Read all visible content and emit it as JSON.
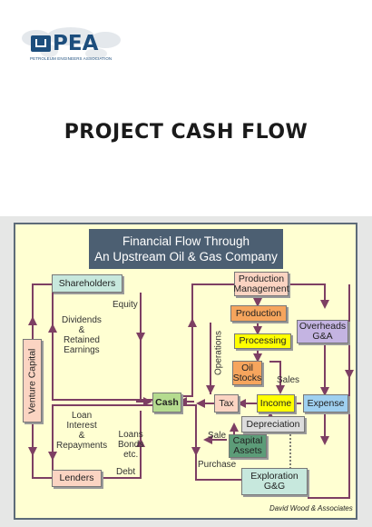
{
  "header": {
    "logo_text": "PEA",
    "logo_subtitle": "PETROLEUM ENGINEERS ASSOCIATION",
    "logo_icon": "pea-building-icon",
    "title": "PROJECT CASH FLOW"
  },
  "diagram": {
    "title_line1": "Financial Flow Through",
    "title_line2": "An Upstream Oil & Gas Company",
    "boxes": {
      "shareholders": "Shareholders",
      "venture_capital": "Venture Capital",
      "lenders": "Lenders",
      "cash": "Cash",
      "production_management_line1": "Production",
      "production_management_line2": "Management",
      "production": "Production",
      "processing": "Processing",
      "oil_stocks_line1": "Oil",
      "oil_stocks_line2": "Stocks",
      "overheads_line1": "Overheads",
      "overheads_line2": "G&A",
      "tax": "Tax",
      "income": "Income",
      "expense": "Expense",
      "depreciation": "Depreciation",
      "capital_assets_line1": "Capital",
      "capital_assets_line2": "Assets",
      "exploration_line1": "Exploration",
      "exploration_line2": "G&G"
    },
    "labels": {
      "equity": "Equity",
      "dividends": [
        "Dividends",
        "&",
        "Retained",
        "Earnings"
      ],
      "loan_interest": [
        "Loan",
        "Interest",
        "&",
        "Repayments"
      ],
      "loans_bonds": [
        "Loans",
        "Bonds",
        "etc."
      ],
      "debt": "Debt",
      "operations": "Operations",
      "sales": "Sales",
      "sale": "Sale",
      "purchase": "Purchase"
    },
    "credit": "David Wood & Associates",
    "colors": {
      "panel_bg": "#ffffd2",
      "title_bg": "#4c5f72",
      "arrow": "#7d3f63",
      "cash": "#b5dc8f",
      "orange": "#f6a55d",
      "peach": "#fbd4c2",
      "teal": "#c7e8dd",
      "yellow": "#ffff00",
      "lavender": "#c4b4e2",
      "blue": "#9fd0f0",
      "grey": "#dcdcdc",
      "capital_assets": "#5c9c78"
    }
  }
}
